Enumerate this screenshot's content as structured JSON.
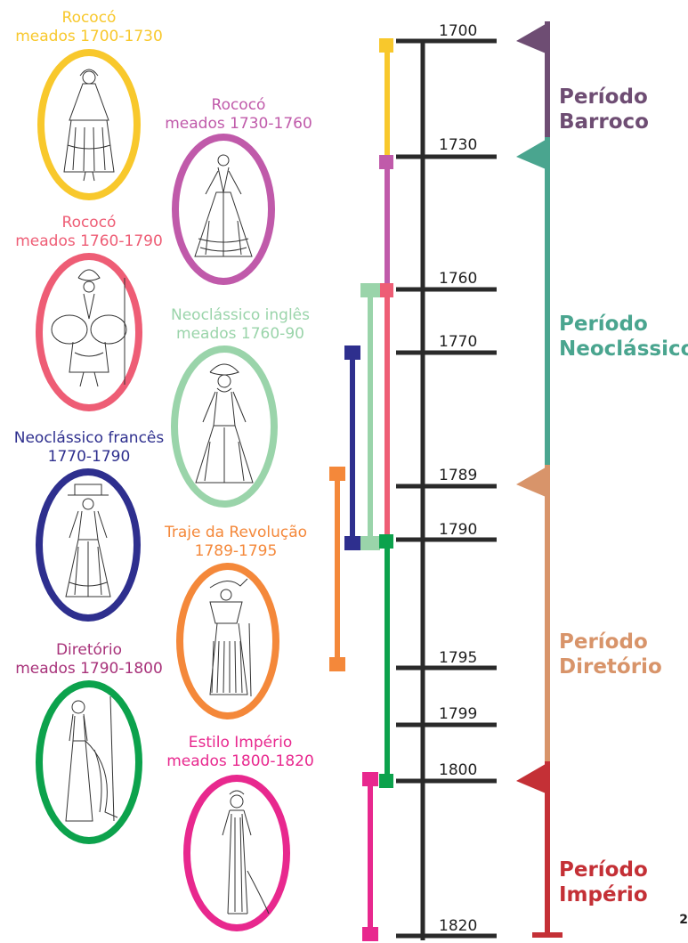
{
  "colors": {
    "rococo_1700": "#F8C82C",
    "rococo_1730": "#C05AAA",
    "rococo_1760": "#EE5D75",
    "neo_ingles": "#9AD4AA",
    "neo_frances": "#2E2F8E",
    "revolucao": "#F4883A",
    "diretorio": "#0CA24C",
    "imperio": "#E8288E",
    "barroco": "#6E4D73",
    "neoclassico": "#4AA58F",
    "periodo_diretorio": "#D8946A",
    "periodo_imperio": "#C43036",
    "axis": "#2a2a2a"
  },
  "styles": [
    {
      "name": "Rococó",
      "dates": "meados 1700-1730",
      "color": "#F8C82C"
    },
    {
      "name": "Rococó",
      "dates": "meados 1730-1760",
      "color": "#C05AAA"
    },
    {
      "name": "Rococó",
      "dates": "meados 1760-1790",
      "color": "#EE5D75"
    },
    {
      "name": "Neoclássico inglês",
      "dates": "meados 1760-90",
      "color": "#9AD4AA"
    },
    {
      "name": "Neoclássico francês",
      "dates": "1770-1790",
      "color": "#2E2F8E"
    },
    {
      "name": "Traje da Revolução",
      "dates": "1789-1795",
      "color": "#F4883A"
    },
    {
      "name": "Diretório",
      "dates": "meados 1790-1800",
      "color": "#A8327A"
    },
    {
      "name": "Estilo Império",
      "dates": "meados 1800-1820",
      "color": "#E8288E"
    }
  ],
  "years": [
    "1700",
    "1730",
    "1760",
    "1770",
    "1789",
    "1790",
    "1795",
    "1799",
    "1800",
    "1820"
  ],
  "periods": [
    {
      "line1": "Período",
      "line2": "Barroco",
      "color": "#6E4D73"
    },
    {
      "line1": "Período",
      "line2": "Neoclássico",
      "color": "#4AA58F"
    },
    {
      "line1": "Período",
      "line2": "Diretório",
      "color": "#D8946A"
    },
    {
      "line1": "Período",
      "line2": "Império",
      "color": "#C43036"
    }
  ],
  "page_number": "2"
}
